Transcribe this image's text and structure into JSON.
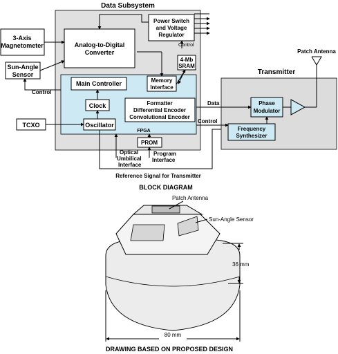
{
  "block_diagram": {
    "data_subsystem_title": "Data Subsystem",
    "magnetometer": [
      "3-Axis",
      "Magnetometer"
    ],
    "adc": [
      "Analog-to-Digital",
      "Converter"
    ],
    "power_switch": [
      "Power Switch",
      "and Voltage",
      "Regulator"
    ],
    "control_small": "Control",
    "sram": [
      "4-Mb",
      "SRAM"
    ],
    "sun_angle_sensor": [
      "Sun-Angle",
      "Sensor"
    ],
    "control_left": "Control",
    "main_controller": "Main Controller",
    "memory_interface": [
      "Memory",
      "Interface"
    ],
    "clock": "Clock",
    "formatter": [
      "Formatter",
      "Differential Encoder",
      "Convolutional Encoder"
    ],
    "tcxo": "TCXO",
    "oscillator": "Oscillator",
    "fpga": "FPGA",
    "prom": "PROM",
    "optical_umbilical": [
      "Optical",
      "Umbilical",
      "Interface"
    ],
    "program_interface": [
      "Program",
      "Interface"
    ],
    "reference_signal": "Reference Signal for Transmitter",
    "transmitter_title": "Transmitter",
    "patch_antenna": "Patch Antenna",
    "data_label": "Data",
    "control_tx": "Control",
    "phase_modulator": [
      "Phase",
      "Modulator"
    ],
    "frequency_synthesizer": [
      "Frequency",
      "Synthesizer"
    ],
    "caption": "BLOCK DIAGRAM"
  },
  "drawing": {
    "patch_antenna": "Patch Antenna",
    "sun_angle_sensor": "Sun-Angle Sensor",
    "height_dim": "36 mm",
    "width_dim": "80 mm",
    "caption": "DRAWING BASED ON PROPOSED DESIGN"
  },
  "colors": {
    "subsystem_gray": "#e0e0e0",
    "fpga_blue": "#cde9f3",
    "transmitter_gray": "#dcdcdc",
    "device_body": "#ececec"
  }
}
